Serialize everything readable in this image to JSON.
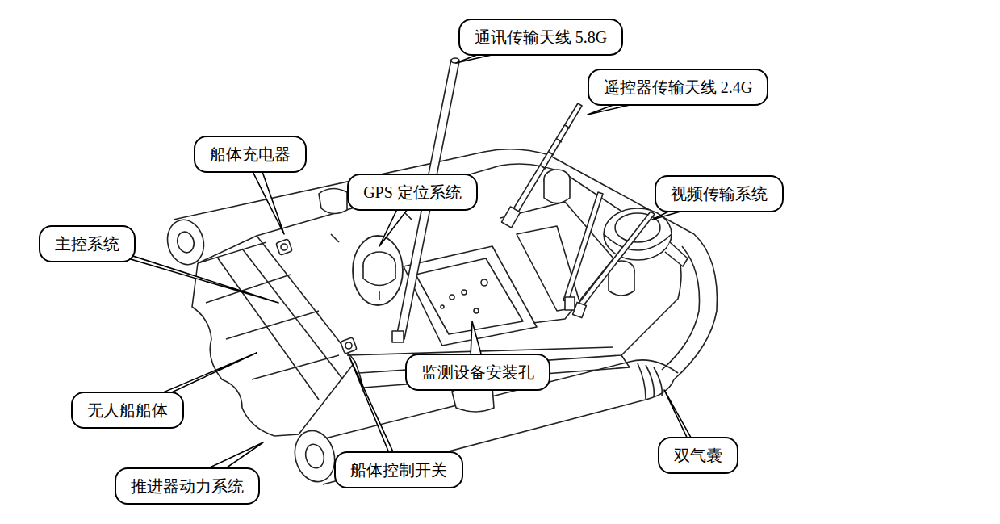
{
  "diagram": {
    "nodes": [
      {
        "text": [
          "通讯传输天线 5.8G"
        ]
      },
      {
        "text": [
          "遥控器传输天线 2.4G"
        ]
      },
      {
        "text": [
          "船体充电器"
        ]
      },
      {
        "text": [
          "GPS 定位系统"
        ]
      },
      {
        "text": [
          "视频传输系统"
        ]
      },
      {
        "text": [
          "主控系统"
        ]
      },
      {
        "text": [
          "监测设备安装孔"
        ]
      },
      {
        "text": [
          "无人船船体"
        ]
      },
      {
        "text": [
          "双气囊"
        ]
      },
      {
        "text": [
          "船体控制开关"
        ]
      },
      {
        "text": [
          "推进器动力系统"
        ]
      }
    ]
  }
}
